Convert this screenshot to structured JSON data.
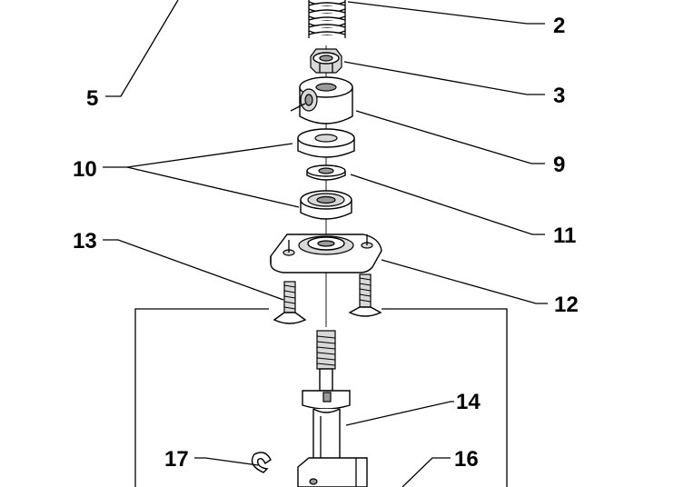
{
  "callouts": {
    "c2": "2",
    "c3": "3",
    "c5": "5",
    "c9": "9",
    "c10": "10",
    "c11": "11",
    "c12": "12",
    "c13": "13",
    "c14": "14",
    "c16": "16",
    "c17": "17"
  }
}
